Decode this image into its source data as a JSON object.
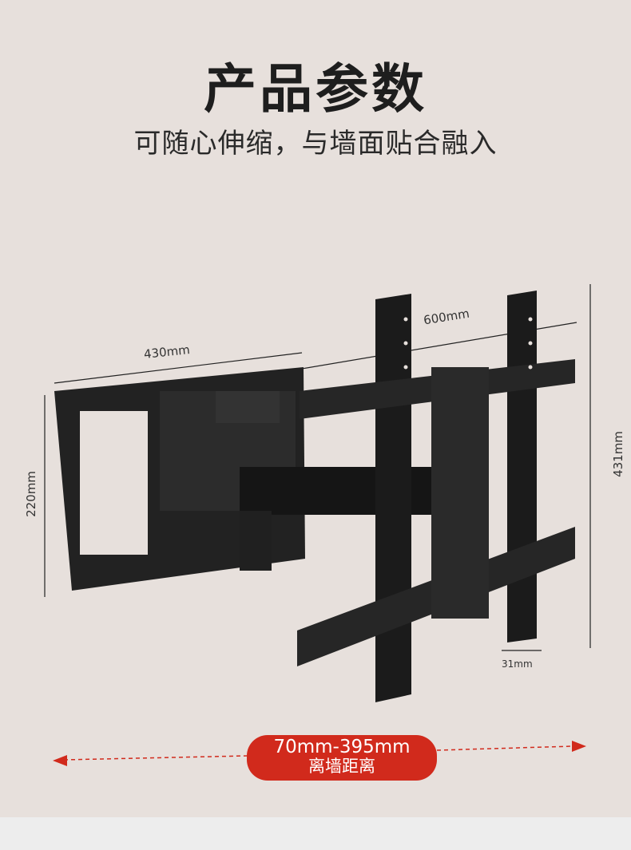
{
  "header": {
    "title": "产品参数",
    "subtitle": "可随心伸缩，与墙面贴合融入"
  },
  "dimensions": {
    "width_arm": "430mm",
    "width_plate": "600mm",
    "height_wall": "220mm",
    "height_plate": "431mm",
    "depth": "31mm"
  },
  "distance": {
    "range": "70mm-395mm",
    "label": "离墙距离"
  },
  "colors": {
    "accent": "#d12a1c",
    "background": "#e7e0dc"
  }
}
